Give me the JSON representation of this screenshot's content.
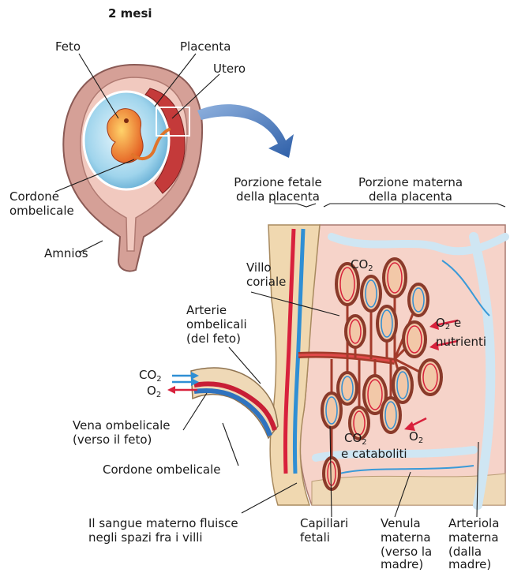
{
  "title": "2 mesi",
  "labels": {
    "feto": "Feto",
    "placenta": "Placenta",
    "utero": "Utero",
    "cordone_ombelicale_top_1": "Cordone",
    "cordone_ombelicale_top_2": "ombelicale",
    "amnios": "Amnios",
    "porzione_fetale_1": "Porzione fetale",
    "porzione_fetale_2": "della placenta",
    "porzione_materna_1": "Porzione materna",
    "porzione_materna_2": "della placenta",
    "villo_coriale_1": "Villo",
    "villo_coriale_2": "coriale",
    "arterie_1": "Arterie",
    "arterie_2": "ombelicali",
    "arterie_3": "(del feto)",
    "co2_in": "CO",
    "co2_in_sub": "2",
    "o2_out": "O",
    "o2_out_sub": "2",
    "vena_1": "Vena ombelicale",
    "vena_2": "(verso il feto)",
    "cordone_ombelicale_bottom": "Cordone ombelicale",
    "sangue_1": "Il sangue materno fluisce",
    "sangue_2": "negli spazi fra i villi",
    "capillari_1": "Capillari",
    "capillari_2": "fetali",
    "venula_1": "Venula",
    "venula_2": "materna",
    "venula_3": "(verso la",
    "venula_4": "madre)",
    "arteriola_1": "Arteriola",
    "arteriola_2": "materna",
    "arteriola_3": "(dalla",
    "arteriola_4": "madre)",
    "co2_top": "CO",
    "co2_top_sub": "2",
    "o2_nutr_o": "O",
    "o2_nutr_sub": "2",
    "o2_nutr_e": " e",
    "nutrienti": "nutrienti",
    "co2_cat": "CO",
    "co2_cat_sub": "2",
    "cataboliti": "e cataboliti",
    "o2_low": "O",
    "o2_low_sub": "2"
  },
  "colors": {
    "artery_red": "#d8213c",
    "vein_blue": "#2f8fd4",
    "tissue_pink": "#f6d3c9",
    "uterus_wall": "#c98f86",
    "amnion_blue": "#a8d8ee",
    "arrow_blue": "#3f6fb6"
  }
}
